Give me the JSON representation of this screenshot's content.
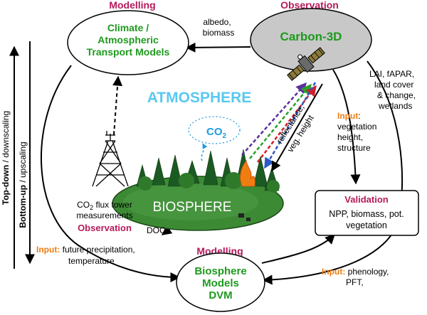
{
  "side_axis": {
    "top_down": "Top-down",
    "top_down_suffix": " / downscaling",
    "bottom_up": "Bottom-up",
    "bottom_up_suffix": " / upscaling"
  },
  "headers": {
    "modelling_top": "Modelling",
    "observation_top": "Observation",
    "modelling_bottom": "Modelling"
  },
  "climate_node": {
    "line1": "Climate /",
    "line2": "Atmospheric",
    "line3": "Transport Models"
  },
  "carbon_node": {
    "label": "Carbon-3D"
  },
  "biosphere_models_node": {
    "line1": "Biosphere",
    "line2": "Models",
    "line3": "DVM"
  },
  "validation_node": {
    "title": "Validation",
    "line1": "NPP, biomass, pot.",
    "line2": "vegetation"
  },
  "labels": {
    "albedo": "albedo,",
    "biomass": "biomass",
    "atmosphere": "ATMOSPHERE",
    "co2": "CO",
    "co2_sub": "2",
    "biosphere": "BIOSPHERE",
    "doc": "DOC",
    "reflectance": "reflectance,",
    "veg_height": "veg. height",
    "tower_co": "CO",
    "tower_sub": "2",
    "tower_rest": " flux tower",
    "tower_line2": "measurements",
    "tower_observation": "Observation",
    "lai_line1": "LAI, fAPAR,",
    "lai_line2": "land cover",
    "lai_line3": "& change,",
    "lai_line4": "wetlands",
    "veg_input": "Input",
    "veg_colon": ":",
    "veg_line2": "vegetation",
    "veg_line3": "height,",
    "veg_line4": "structure",
    "precip_input": "Input:",
    "precip_rest": " future precipitation,",
    "precip_line2": "temperature",
    "pheno_input": "Input:",
    "pheno_rest": " phenology,",
    "pheno_line2": "PFT,"
  },
  "colors": {
    "modelling": "#b5195b",
    "green_text": "#1e9a1e",
    "input_orange": "#f07d12",
    "atmosphere_blue": "#5bc8f0",
    "co2_blue": "#1a9be0",
    "biosphere_fill": "#3d8a35",
    "carbon_fill": "#c8c8c8"
  },
  "icons": {
    "satellite": "satellite-icon",
    "tower": "flux-tower-icon",
    "forest": "forest-island-icon"
  }
}
